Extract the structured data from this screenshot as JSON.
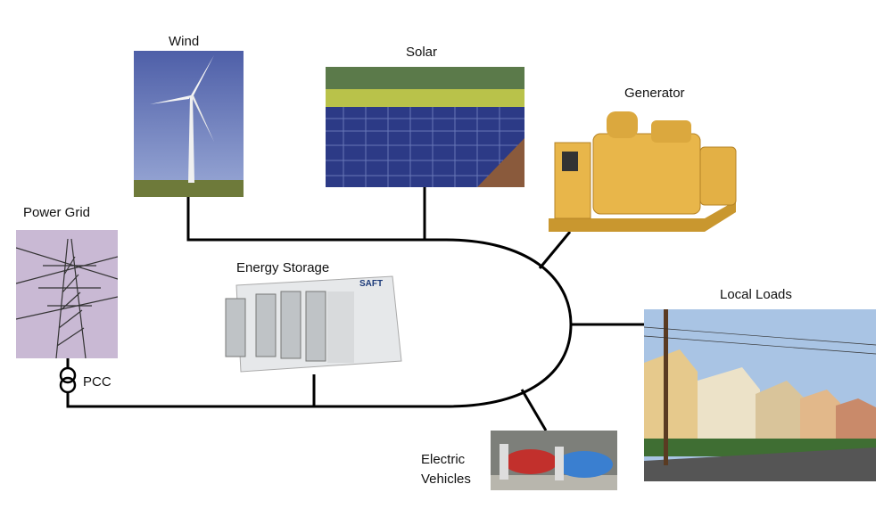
{
  "labels": {
    "wind": "Wind",
    "solar": "Solar",
    "generator": "Generator",
    "power_grid": "Power Grid",
    "energy_storage": "Energy Storage",
    "local_loads": "Local Loads",
    "electric_vehicles_line1": "Electric",
    "electric_vehicles_line2": "Vehicles",
    "pcc": "PCC"
  },
  "logos": {
    "storage_brand": "SAFT"
  },
  "colors": {
    "wire": "#000000",
    "generator": "#e8b64a",
    "solar_panel": "#2c3a86",
    "sky": "#5f73b8"
  }
}
